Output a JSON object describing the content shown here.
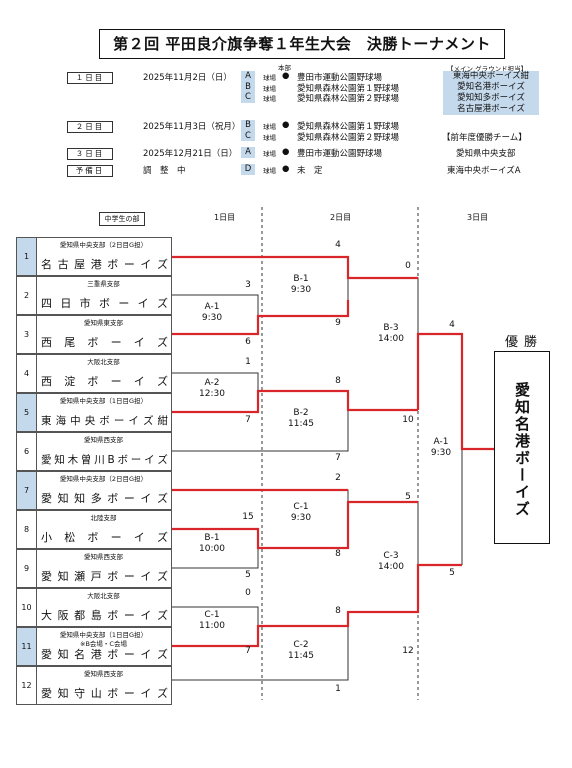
{
  "title": "第２回 平田良介旗争奪１年生大会　決勝トーナメント",
  "honbu_label": "本部",
  "main_ground_header": "【メイン グラウンド担当】",
  "schedule": [
    {
      "label": "１日目",
      "date": "2025年11月2日（日）",
      "fields": [
        {
          "code": "A",
          "kind": "球場",
          "mark": "●",
          "venue": "豊田市運動公園野球場"
        },
        {
          "code": "B",
          "kind": "球場",
          "mark": "",
          "venue": "愛知県森林公園第１野球場"
        },
        {
          "code": "C",
          "kind": "球場",
          "mark": "",
          "venue": "愛知県森林公園第２野球場"
        }
      ],
      "assigned": [
        "東海中央ボーイズ紺",
        "愛知名港ボーイズ",
        "愛知知多ボーイズ",
        "名古屋港ボーイズ"
      ]
    },
    {
      "label": "２日目",
      "date": "2025年11月3日（祝月）",
      "fields": [
        {
          "code": "B",
          "kind": "球場",
          "mark": "●",
          "venue": "愛知県森林公園第１野球場"
        },
        {
          "code": "C",
          "kind": "球場",
          "mark": "",
          "venue": "愛知県森林公園第２野球場"
        }
      ],
      "assigned": [
        "【前年度優勝チーム】"
      ]
    },
    {
      "label": "３日目",
      "date": "2025年12月21日（日）",
      "fields": [
        {
          "code": "A",
          "kind": "球場",
          "mark": "●",
          "venue": "豊田市運動公園野球場"
        }
      ],
      "assigned": [
        "愛知県中央支部"
      ]
    },
    {
      "label": "予備日",
      "date": "調　整　中",
      "fields": [
        {
          "code": "D",
          "kind": "球場",
          "mark": "●",
          "venue": "未　定"
        }
      ],
      "assigned": [
        "東海中央ボーイズA"
      ]
    }
  ],
  "category": "中学生の部",
  "days": [
    "1日目",
    "2日目",
    "3日目"
  ],
  "teams": [
    {
      "no": "1",
      "branch": "愛知県中央支部（2日目G担）",
      "name": "名古屋港ボーイズ",
      "hl": true
    },
    {
      "no": "2",
      "branch": "三重県支部",
      "name": "四日市ボーイズ",
      "hl": false
    },
    {
      "no": "3",
      "branch": "愛知県東支部",
      "name": "西尾ボーイズ",
      "hl": false
    },
    {
      "no": "4",
      "branch": "大阪北支部",
      "name": "西淀ボーイズ",
      "hl": false
    },
    {
      "no": "5",
      "branch": "愛知県中央支部（1日目G担）",
      "name": "東海中央ボーイズ紺",
      "hl": true
    },
    {
      "no": "6",
      "branch": "愛知県西支部",
      "name": "愛知木曽川Bボーイズ",
      "hl": false
    },
    {
      "no": "7",
      "branch": "愛知県中央支部（2日目G担）",
      "name": "愛知知多ボーイズ",
      "hl": true
    },
    {
      "no": "8",
      "branch": "北陸支部",
      "name": "小松ボーイズ",
      "hl": false
    },
    {
      "no": "9",
      "branch": "愛知県西支部",
      "name": "愛知瀬戸ボーイズ",
      "hl": false
    },
    {
      "no": "10",
      "branch": "大阪北支部",
      "name": "大阪都島ボーイズ",
      "hl": false
    },
    {
      "no": "11",
      "branch": "愛知県中央支部（1日目G担）",
      "branch2": "※B会場・C会場",
      "name": "愛知名港ボーイズ",
      "hl": true
    },
    {
      "no": "12",
      "branch": "愛知県西支部",
      "name": "愛知守山ボーイズ",
      "hl": false
    }
  ],
  "matches": [
    {
      "id": "A-1",
      "time": "9:30",
      "s_top": "3",
      "s_bot": "6"
    },
    {
      "id": "A-2",
      "time": "12:30",
      "s_top": "1",
      "s_bot": "7"
    },
    {
      "id": "B-1a",
      "label": "B-1",
      "time": "9:30",
      "s_top": "4",
      "s_bot": "9"
    },
    {
      "id": "B-2",
      "time": "11:45",
      "s_top": "8",
      "s_bot": "7"
    },
    {
      "id": "B-3",
      "time": "14:00",
      "s_top": "0",
      "s_bot": "10"
    },
    {
      "id": "C-1a",
      "label": "C-1",
      "time": "9:30",
      "s_top": "2",
      "s_bot": "8"
    },
    {
      "id": "B-1b",
      "label": "B-1",
      "time": "10:00",
      "s_top": "15",
      "s_bot": "5"
    },
    {
      "id": "C-1b",
      "label": "C-1",
      "time": "11:00",
      "s_top": "0",
      "s_bot": "7"
    },
    {
      "id": "C-2",
      "time": "11:45",
      "s_top": "8",
      "s_bot": "1"
    },
    {
      "id": "C-3",
      "time": "14:00",
      "s_top": "5",
      "s_bot": "12"
    },
    {
      "id": "A-1f",
      "label": "A-1",
      "time": "9:30",
      "s_top": "4",
      "s_bot": "5"
    }
  ],
  "champion_label": "優勝",
  "champion": "愛知名港ボーイズ",
  "colors": {
    "winner_line": "#d9262a",
    "highlight": "#c5d9ec"
  }
}
